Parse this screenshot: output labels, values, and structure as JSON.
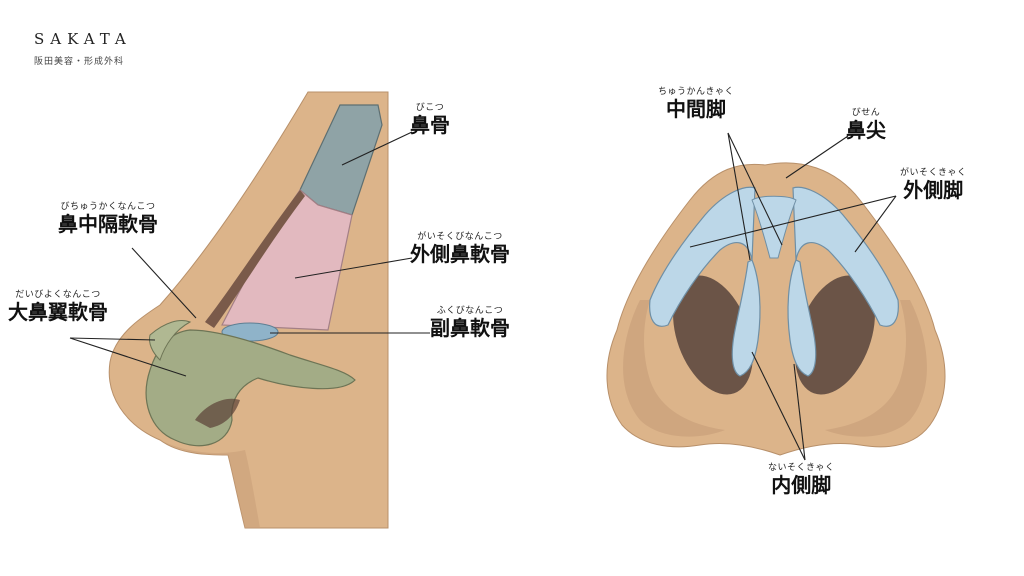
{
  "brand": {
    "name": "SAKATA",
    "subtitle": "阪田美容・形成外科"
  },
  "side_view": {
    "labels": {
      "nasal_bone": {
        "reading": "びこつ",
        "name": "鼻骨"
      },
      "septal_cartilage": {
        "reading": "びちゅうかくなんこつ",
        "name": "鼻中隔軟骨"
      },
      "upper_lateral_cartilage": {
        "reading": "がいそくびなんこつ",
        "name": "外側鼻軟骨"
      },
      "greater_alar_cartilage": {
        "reading": "だいびよくなんこつ",
        "name": "大鼻翼軟骨"
      },
      "accessory_cartilage": {
        "reading": "ふくびなんこつ",
        "name": "副鼻軟骨"
      }
    }
  },
  "base_view": {
    "labels": {
      "middle_crus": {
        "reading": "ちゅうかんきゃく",
        "name": "中間脚"
      },
      "nasal_tip": {
        "reading": "びせん",
        "name": "鼻尖"
      },
      "lateral_crus": {
        "reading": "がいそくきゃく",
        "name": "外側脚"
      },
      "medial_crus": {
        "reading": "ないそくきゃく",
        "name": "内側脚"
      }
    }
  },
  "colors": {
    "skin": "#dcb48a",
    "bone": "#8fa3a6",
    "cartilage_pink": "#e2b9bf",
    "alar_green": "#a3ac86",
    "crus_blue": "#bcd7e8",
    "nostril": "#6b5447"
  }
}
